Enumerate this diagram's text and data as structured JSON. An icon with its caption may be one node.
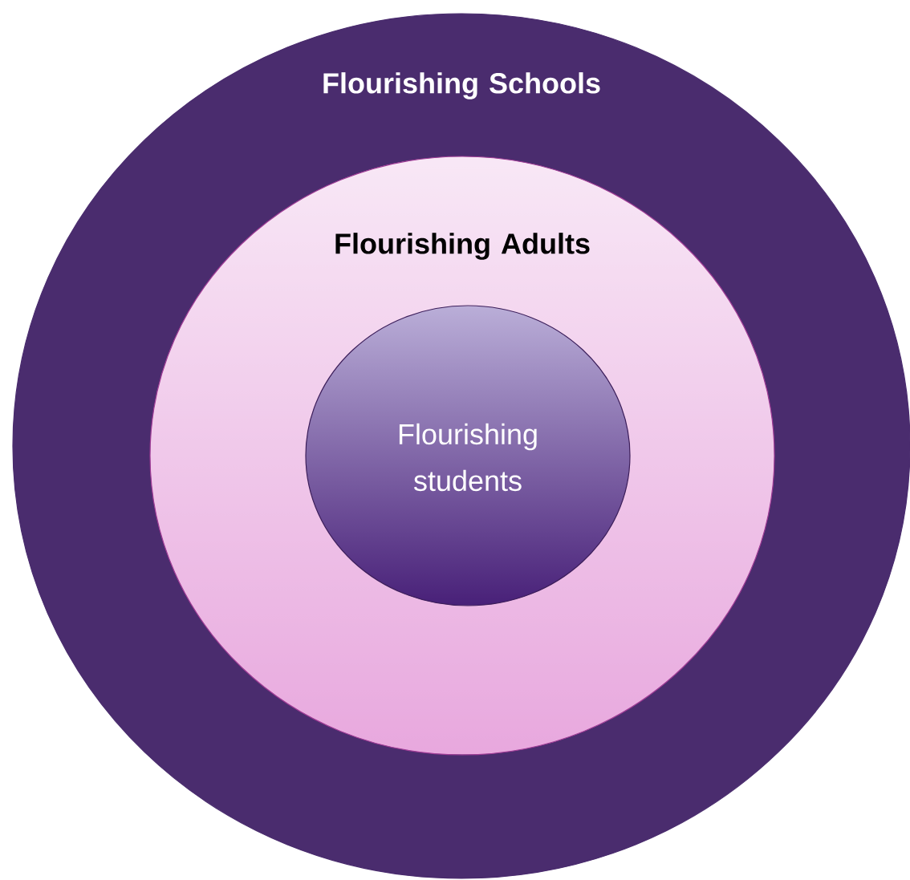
{
  "diagram": {
    "nodes": [
      {
        "text": [
          "Flourishing Schools"
        ]
      },
      {
        "text": [
          "Flourishing Adults"
        ],
        "in": 0
      },
      {
        "text": [
          "Flourishing students"
        ],
        "in": 1
      }
    ]
  }
}
